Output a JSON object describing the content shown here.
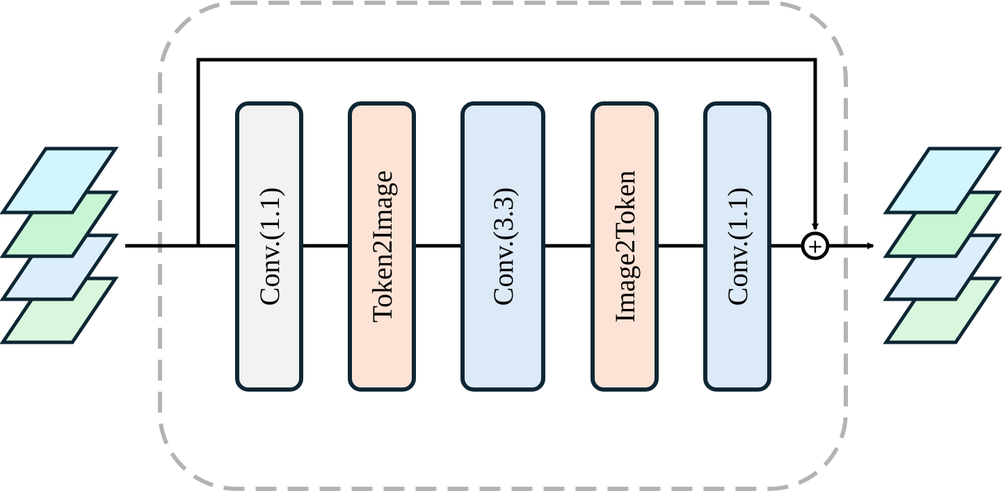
{
  "colors": {
    "stroke": "#0d2633",
    "line": "#000000",
    "container_dash": "#b3b3b3",
    "layer_cyan": "#d3f5fd",
    "layer_green": "#c8f5d3",
    "layer_blue": "#ddeefb",
    "layer_green_light": "#d9f7dd"
  },
  "blocks": [
    {
      "label": "Conv.(1.1)",
      "fill": "#f2f2f2"
    },
    {
      "label": "Token2Image",
      "fill": "#fce3d6"
    },
    {
      "label": "Conv.(3.3)",
      "fill": "#dce9f6"
    },
    {
      "label": "Image2Token",
      "fill": "#fce3d6"
    },
    {
      "label": "Conv.(1.1)",
      "fill": "#dce9f6"
    }
  ],
  "add_symbol": "+",
  "input_stack": {
    "layers": 4
  },
  "output_stack": {
    "layers": 4
  }
}
